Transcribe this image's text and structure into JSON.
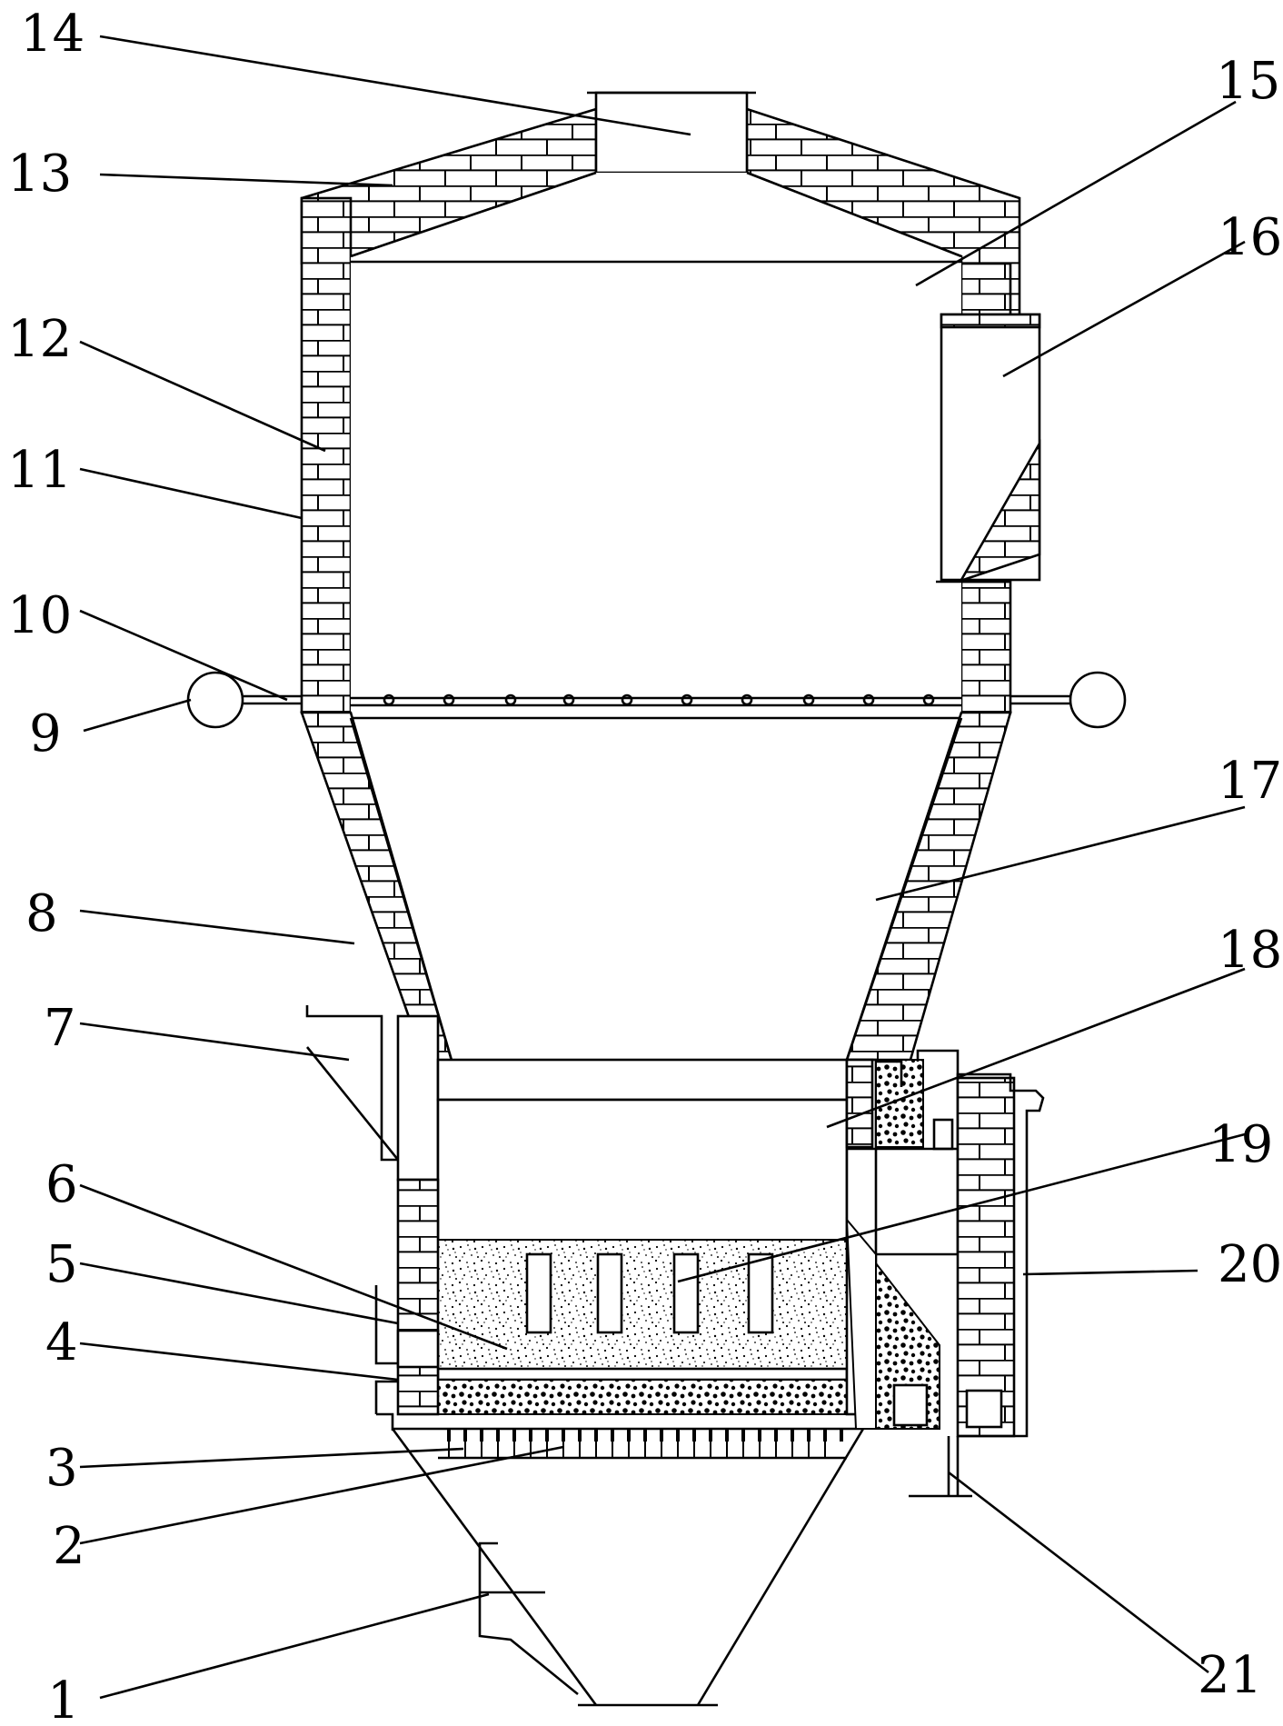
{
  "callouts": [
    {
      "id": "1",
      "text": "1"
    },
    {
      "id": "2",
      "text": "2"
    },
    {
      "id": "3",
      "text": "3"
    },
    {
      "id": "4",
      "text": "4"
    },
    {
      "id": "5",
      "text": "5"
    },
    {
      "id": "6",
      "text": "6"
    },
    {
      "id": "7",
      "text": "7"
    },
    {
      "id": "8",
      "text": "8"
    },
    {
      "id": "9",
      "text": "9"
    },
    {
      "id": "10",
      "text": "10"
    },
    {
      "id": "11",
      "text": "11"
    },
    {
      "id": "12",
      "text": "12"
    },
    {
      "id": "13",
      "text": "13"
    },
    {
      "id": "14",
      "text": "14"
    },
    {
      "id": "15",
      "text": "15"
    },
    {
      "id": "16",
      "text": "16"
    },
    {
      "id": "17",
      "text": "17"
    },
    {
      "id": "18",
      "text": "18"
    },
    {
      "id": "19",
      "text": "19"
    },
    {
      "id": "20",
      "text": "20"
    },
    {
      "id": "21",
      "text": "21"
    }
  ],
  "colors": {
    "line": "#000000",
    "background": "#ffffff"
  }
}
